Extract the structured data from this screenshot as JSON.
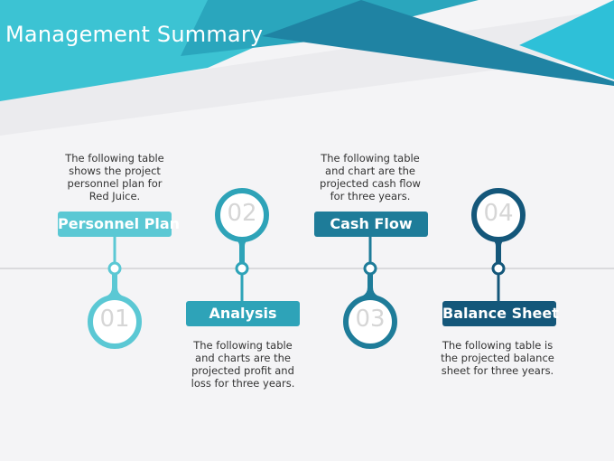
{
  "slide": {
    "title": "Management Summary",
    "colors": {
      "teal_light": "#5bc8d4",
      "teal_mid": "#2ea3b8",
      "teal_dark": "#1e7c99",
      "navy": "#14577a",
      "accent_cyan": "#29c1d8"
    },
    "steps": [
      {
        "number": "01",
        "label": "Personnel Plan",
        "description": "The following table shows the project personnel plan for Red Juice."
      },
      {
        "number": "02",
        "label": "Analysis",
        "description": "The following table and charts are the projected profit and loss for three years."
      },
      {
        "number": "03",
        "label": "Cash Flow",
        "description": "The following table and chart are the projected cash flow for three years."
      },
      {
        "number": "04",
        "label": "Balance Sheet",
        "description": "The following table is the projected balance sheet for three years."
      }
    ]
  }
}
